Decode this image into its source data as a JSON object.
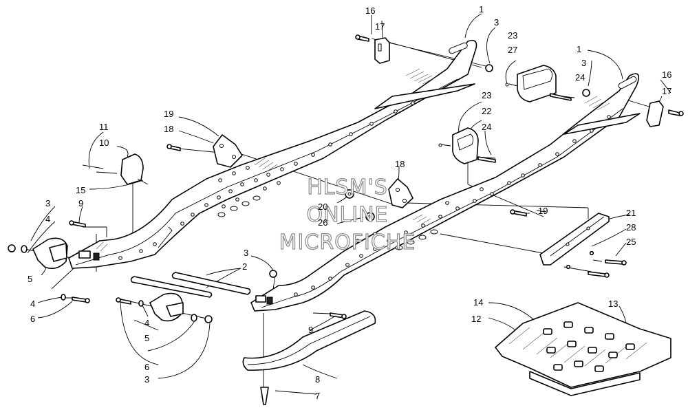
{
  "diagram": {
    "callouts": [
      "1",
      "1",
      "2",
      "3",
      "3",
      "3",
      "3",
      "3",
      "4",
      "4",
      "4",
      "5",
      "5",
      "6",
      "6",
      "7",
      "8",
      "9",
      "9",
      "10",
      "11",
      "12",
      "13",
      "14",
      "15",
      "16",
      "16",
      "17",
      "17",
      "18",
      "18",
      "19",
      "19",
      "20",
      "21",
      "22",
      "23",
      "23",
      "24",
      "24",
      "25",
      "26",
      "27",
      "28"
    ],
    "watermark": [
      "HLSM'S",
      "ONLINE",
      "MICROFICHE"
    ]
  }
}
